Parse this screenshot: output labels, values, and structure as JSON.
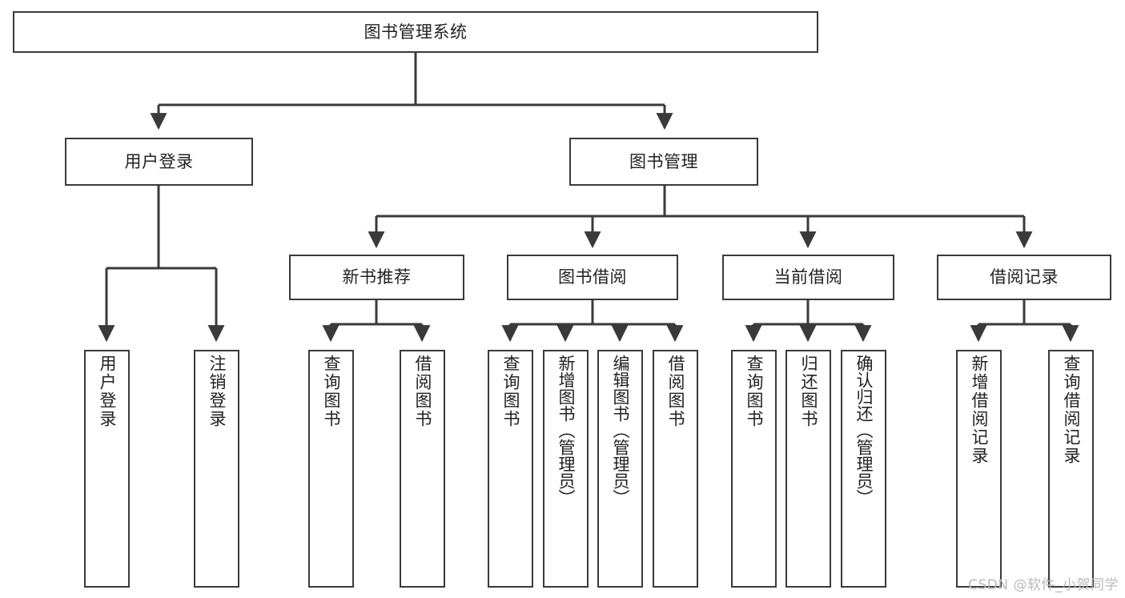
{
  "diagram": {
    "title": "图书管理系统",
    "type": "functional-structure-tree",
    "background_color": "#ffffff",
    "line_color": "#3a3a3a",
    "box_border_color": "#3a3a3a",
    "text_color": "#222222",
    "watermark": "CSDN @软件_小贺同学",
    "nodes": {
      "root": {
        "label": "图书管理系统"
      },
      "level2": [
        {
          "label": "用户登录"
        },
        {
          "label": "图书管理"
        }
      ],
      "level3": [
        {
          "label": "新书推荐"
        },
        {
          "label": "图书借阅"
        },
        {
          "label": "当前借阅"
        },
        {
          "label": "借阅记录"
        }
      ],
      "leaves": {
        "user_login": [
          {
            "label": "用户登录"
          },
          {
            "label": "注销登录"
          }
        ],
        "new_book_recommend": [
          {
            "label": "查询图书"
          },
          {
            "label": "借阅图书"
          }
        ],
        "book_borrow": [
          {
            "label": "查询图书"
          },
          {
            "label": "新增图书（管理员）"
          },
          {
            "label": "编辑图书（管理员）"
          },
          {
            "label": "借阅图书"
          }
        ],
        "current_borrow": [
          {
            "label": "查询图书"
          },
          {
            "label": "归还图书"
          },
          {
            "label": "确认归还（管理员）"
          }
        ],
        "borrow_record": [
          {
            "label": "新增借阅记录"
          },
          {
            "label": "查询借阅记录"
          }
        ]
      }
    }
  }
}
